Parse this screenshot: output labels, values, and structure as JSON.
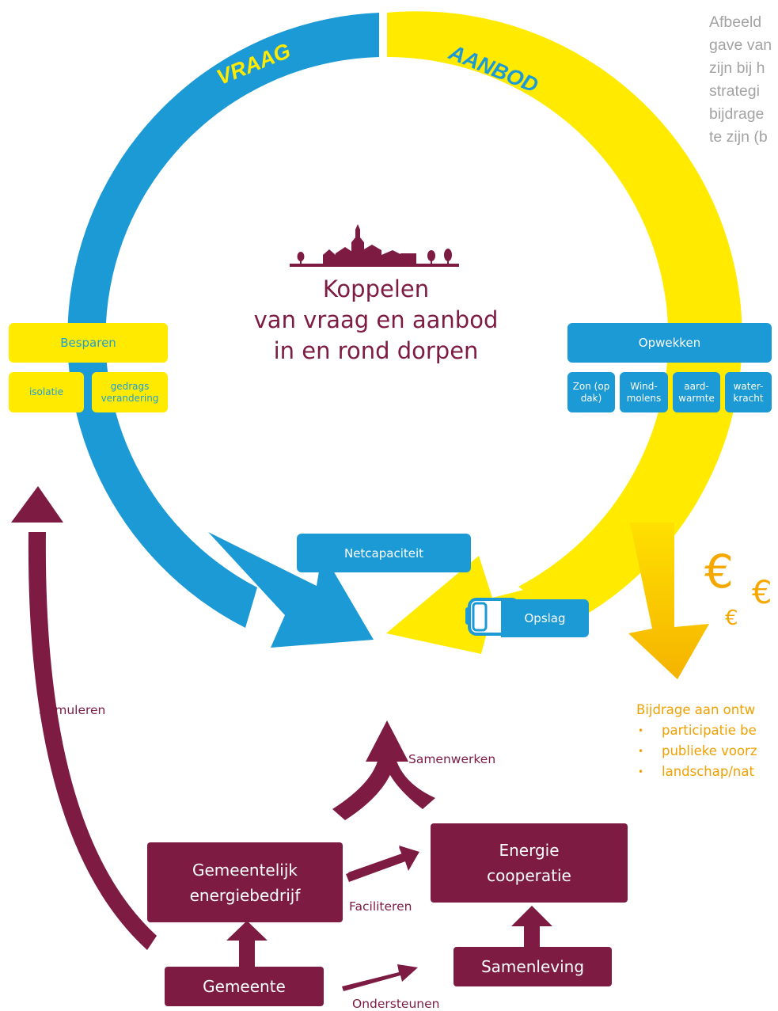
{
  "caption": [
    "Afbeeld",
    "gave van",
    "zijn bij h",
    "strategi",
    "bijdrage",
    "te zijn (b"
  ],
  "ring": {
    "vraag": "VRAAG",
    "aanbod": "AANBOD"
  },
  "center_title": [
    "Koppelen",
    "van vraag en aanbod",
    "in en rond dorpen"
  ],
  "besparen": {
    "title": "Besparen",
    "items": [
      "isolatie",
      "gedrags\nverandering"
    ]
  },
  "opwekken": {
    "title": "Opwekken",
    "items": [
      "Zon (op\ndak)",
      "Wind-\nmolens",
      "aard-\nwarmte",
      "water-\nkracht"
    ]
  },
  "netcapaciteit": "Netcapaciteit",
  "opslag": "Opslag",
  "euro": "€",
  "bijdrage": {
    "title": "Bijdrage aan ontw",
    "items": [
      "participatie be",
      "publieke voorz",
      "landschap/nat"
    ]
  },
  "labels": {
    "stimuleren": "Stimuleren",
    "samenwerken": "Samenwerken",
    "faciliteren": "Faciliteren",
    "ondersteunen": "Ondersteunen"
  },
  "boxes": {
    "gemeentelijk": "Gemeentelijk\nenergiebedrijf",
    "energie": "Energie\ncooperatie",
    "samenleving": "Samenleving",
    "gemeente": "Gemeente"
  },
  "colors": {
    "blue": "#1b9ad6",
    "yellow": "#ffea00",
    "maroon": "#7d1b42",
    "orange": "#f6b800",
    "caption": "#a3a3a3"
  }
}
